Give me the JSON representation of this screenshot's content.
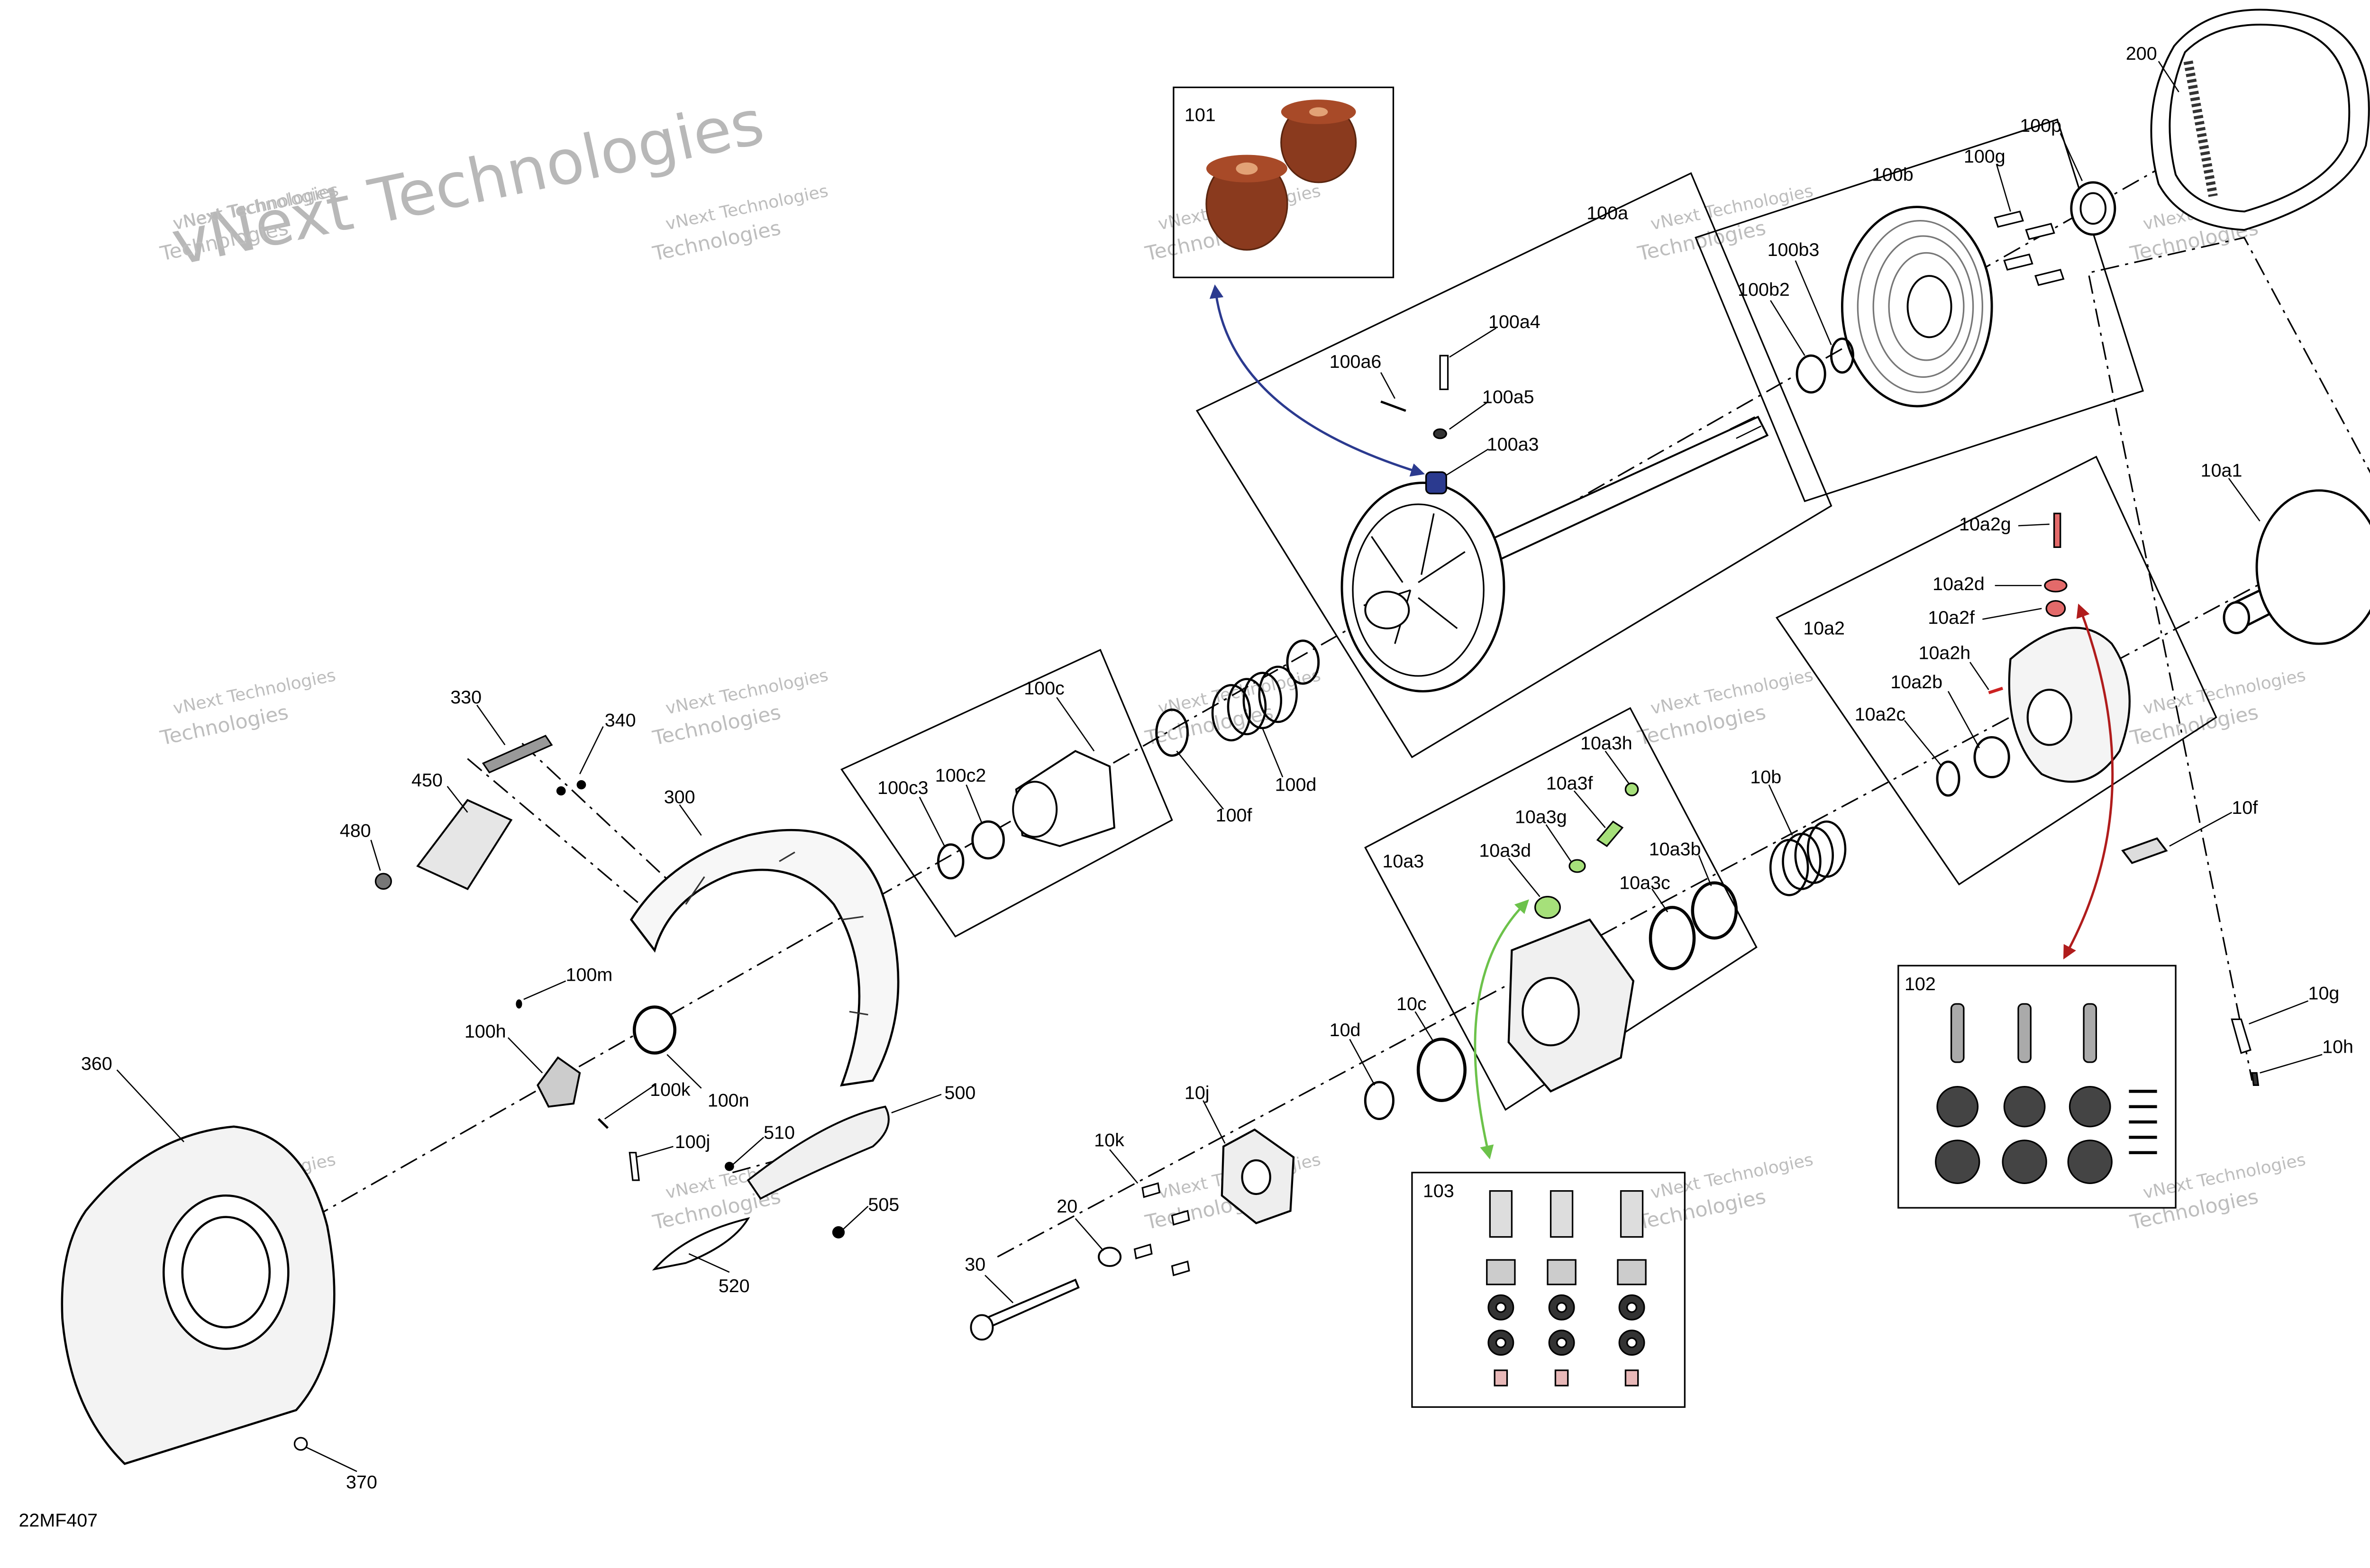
{
  "drawing_code": "22MF407",
  "watermark": {
    "line1": "vNext Technologies",
    "line2": "Technologies"
  },
  "colors": {
    "blue_callout": "#2b3a8f",
    "green_callout": "#6cc24a",
    "red_callout": "#b01c1c",
    "cap_brown": "#8a3a1e"
  },
  "labels": {
    "l200": "200",
    "l100p": "100p",
    "l100g": "100g",
    "l100b": "100b",
    "l100a": "100a",
    "l100b3": "100b3",
    "l100b2": "100b2",
    "l100a4": "100a4",
    "l100a6": "100a6",
    "l100a5": "100a5",
    "l100a3": "100a3",
    "l10a1": "10a1",
    "l10a2g": "10a2g",
    "l10a2d": "10a2d",
    "l10a2f": "10a2f",
    "l10a2": "10a2",
    "l10a2h": "10a2h",
    "l10a2b": "10a2b",
    "l10a2c": "10a2c",
    "l100c": "100c",
    "l100c3": "100c3",
    "l100c2": "100c2",
    "l100d": "100d",
    "l100f": "100f",
    "l10a3h": "10a3h",
    "l10a3f": "10a3f",
    "l10a3g": "10a3g",
    "l10a3d": "10a3d",
    "l10a3b": "10a3b",
    "l10a3": "10a3",
    "l10a3c": "10a3c",
    "l10b": "10b",
    "l10f": "10f",
    "l330": "330",
    "l340": "340",
    "l450": "450",
    "l480": "480",
    "l300": "300",
    "l100m": "100m",
    "l100h": "100h",
    "l100k": "100k",
    "l100n": "100n",
    "l100j": "100j",
    "l360": "360",
    "l510": "510",
    "l500": "500",
    "l505": "505",
    "l520": "520",
    "l370": "370",
    "l10d": "10d",
    "l10c": "10c",
    "l10j": "10j",
    "l10k": "10k",
    "l20": "20",
    "l30": "30",
    "l10g": "10g",
    "l10h": "10h",
    "l101": "101",
    "l102": "102",
    "l103": "103"
  }
}
